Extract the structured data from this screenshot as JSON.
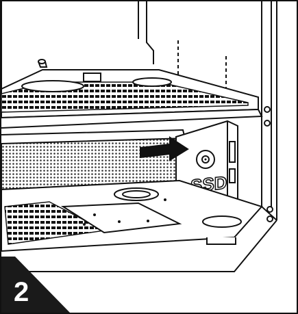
{
  "diagram": {
    "component_label": "SSD",
    "step_number": "2",
    "arrow_direction": "right"
  },
  "colors": {
    "line": "#111111",
    "background": "#ffffff",
    "badge_fill": "#1a1a1a",
    "badge_text": "#ffffff"
  }
}
